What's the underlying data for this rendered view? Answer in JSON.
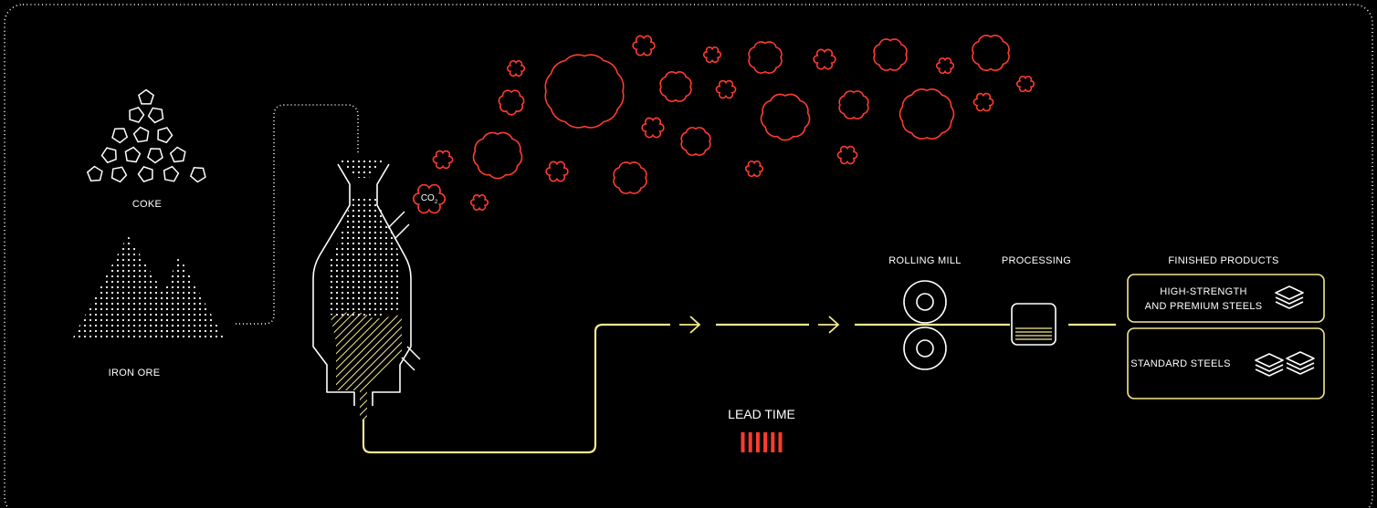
{
  "colors": {
    "background": "#000000",
    "line_white": "#ffffff",
    "steel_yellow": "#f4e98f",
    "emission_red": "#ff3b30"
  },
  "inputs": {
    "coke_label": "COKE",
    "iron_ore_label": "IRON ORE"
  },
  "furnace": {
    "co2_label": "CO",
    "co2_subscript": "2"
  },
  "stages": {
    "rolling_mill_label": "ROLLING MILL",
    "processing_label": "PROCESSING"
  },
  "products": {
    "header": "FINISHED PRODUCTS",
    "premium_line1": "HIGH-STRENGTH",
    "premium_line2": "AND PREMIUM STEELS",
    "standard": "STANDARD STEELS",
    "premium_icon": "stacked-plates-icon",
    "standard_icon": "stacked-plates-icon"
  },
  "lead_time": {
    "label": "LEAD TIME",
    "bar_count": 6
  }
}
